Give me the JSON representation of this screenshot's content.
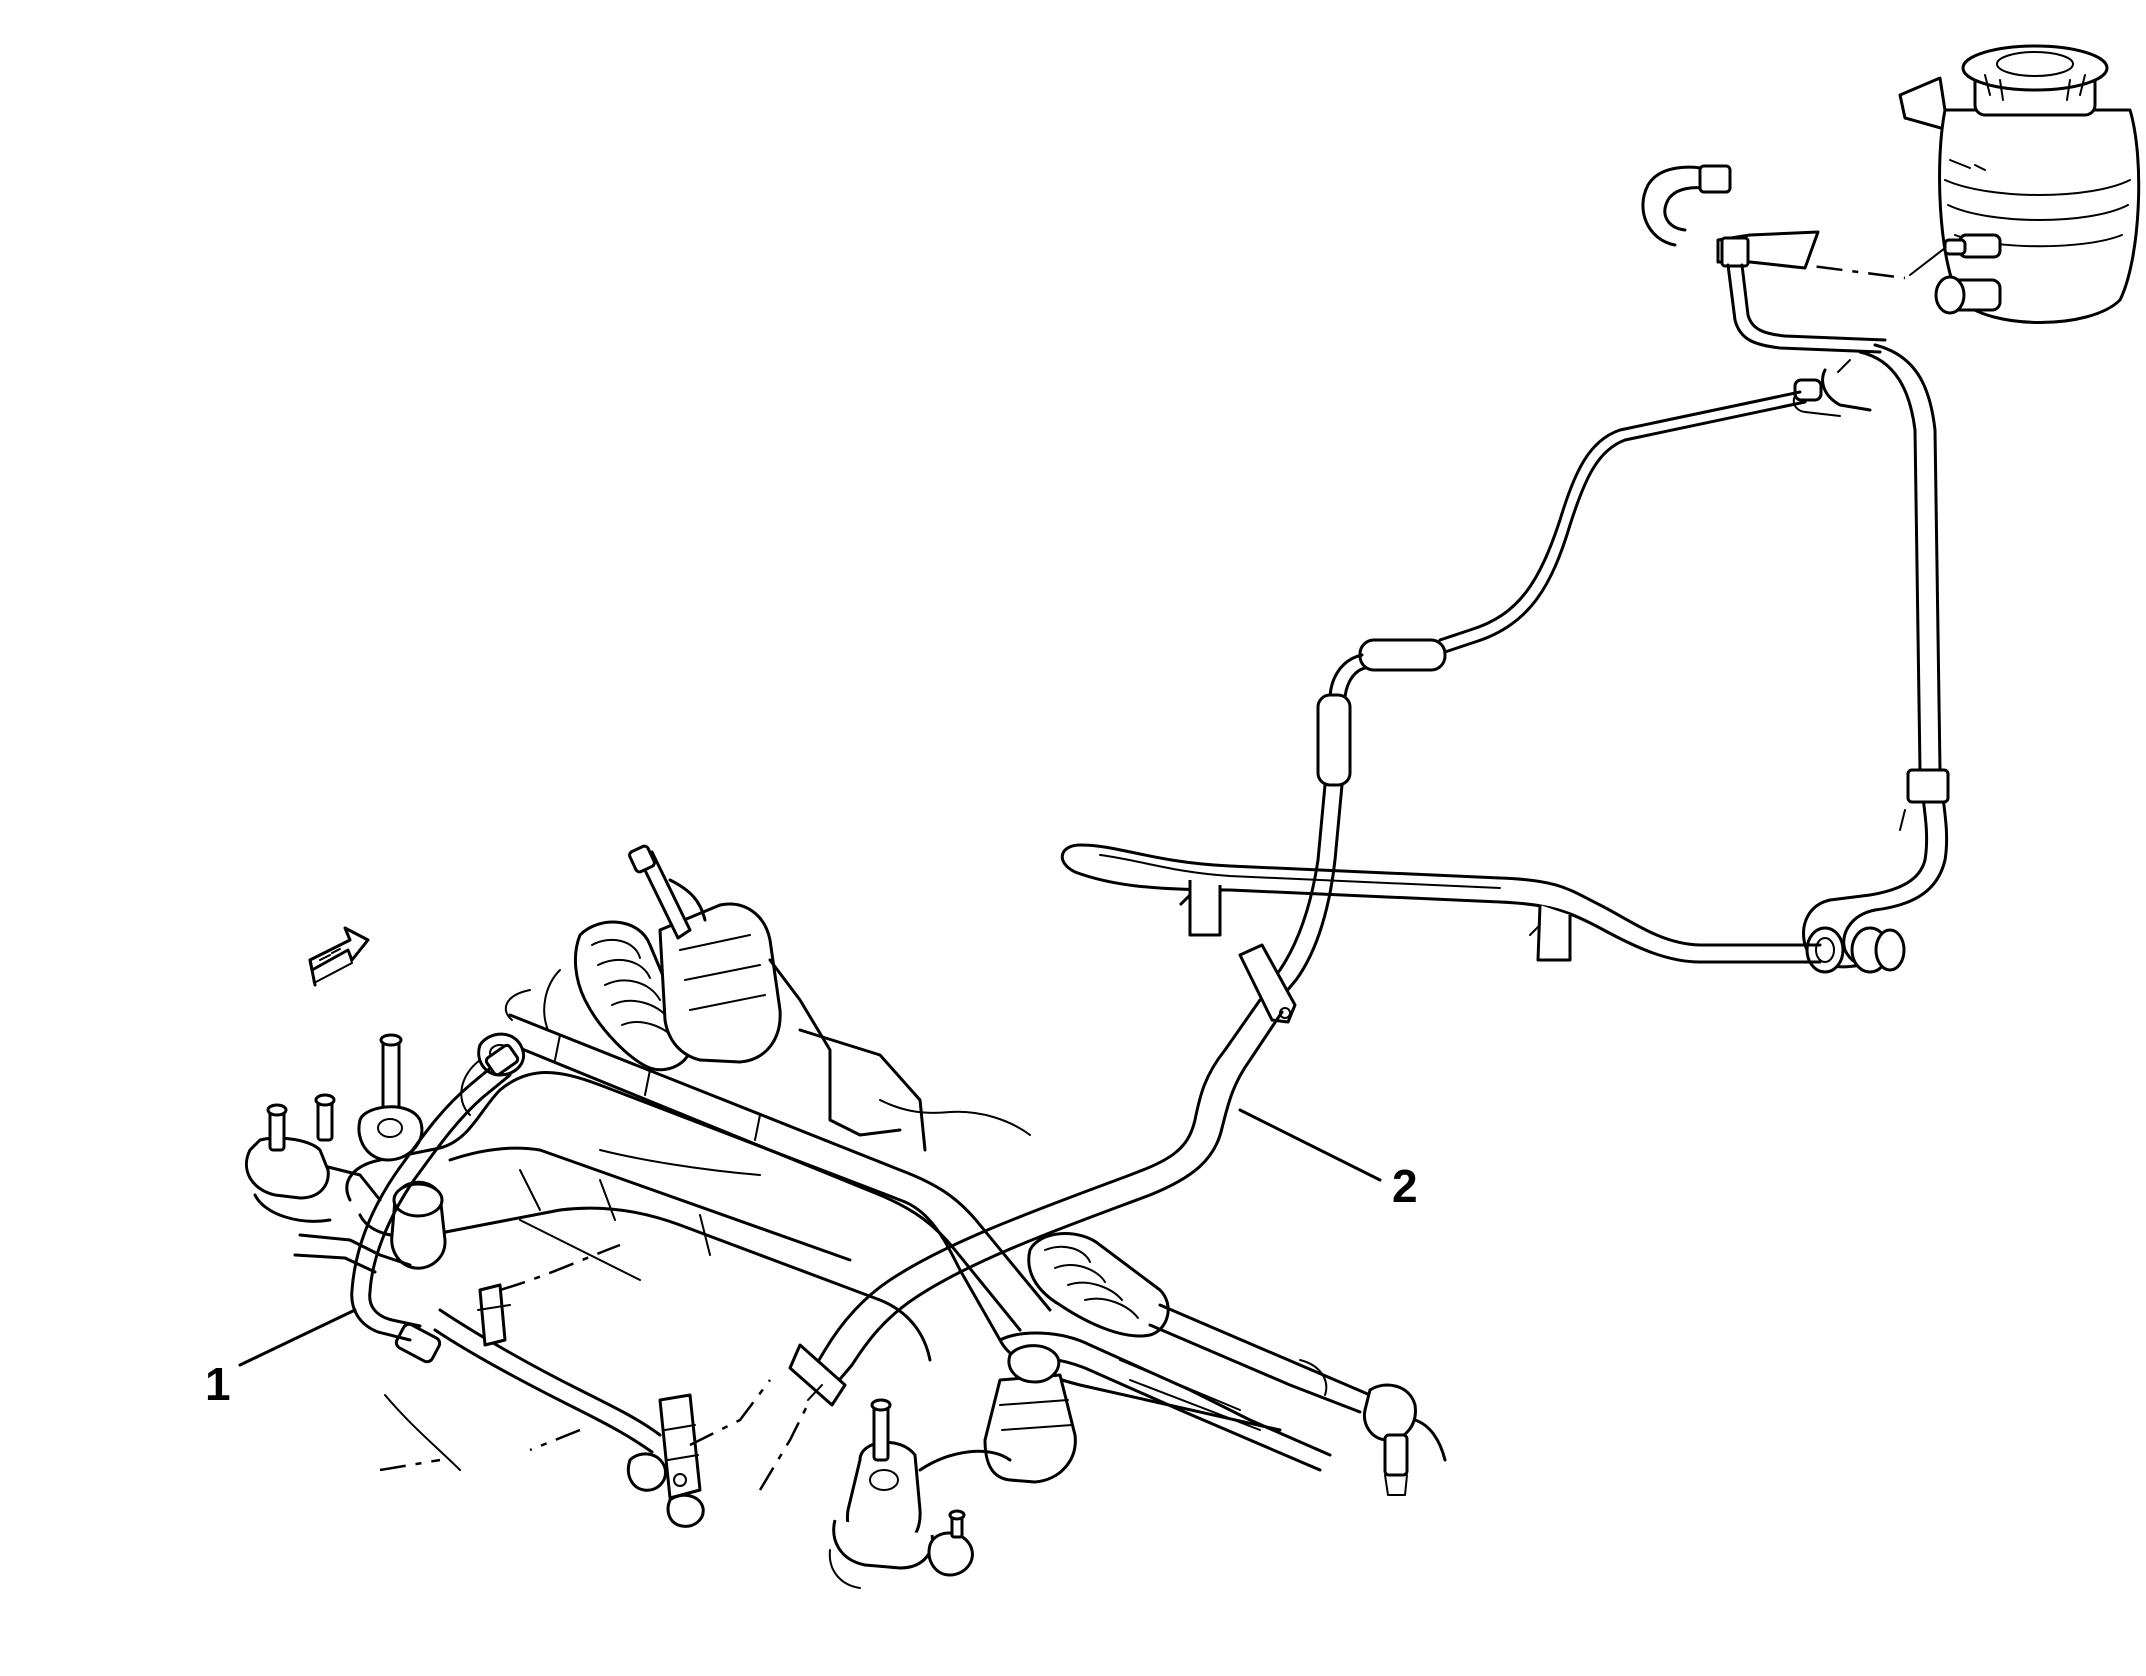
{
  "callouts": [
    {
      "id": "1",
      "label": "1"
    },
    {
      "id": "2",
      "label": "2"
    }
  ],
  "icons": {
    "direction_arrow": "front-direction-arrow-icon"
  },
  "colors": {
    "ink": "#000000",
    "paper": "#ffffff"
  }
}
